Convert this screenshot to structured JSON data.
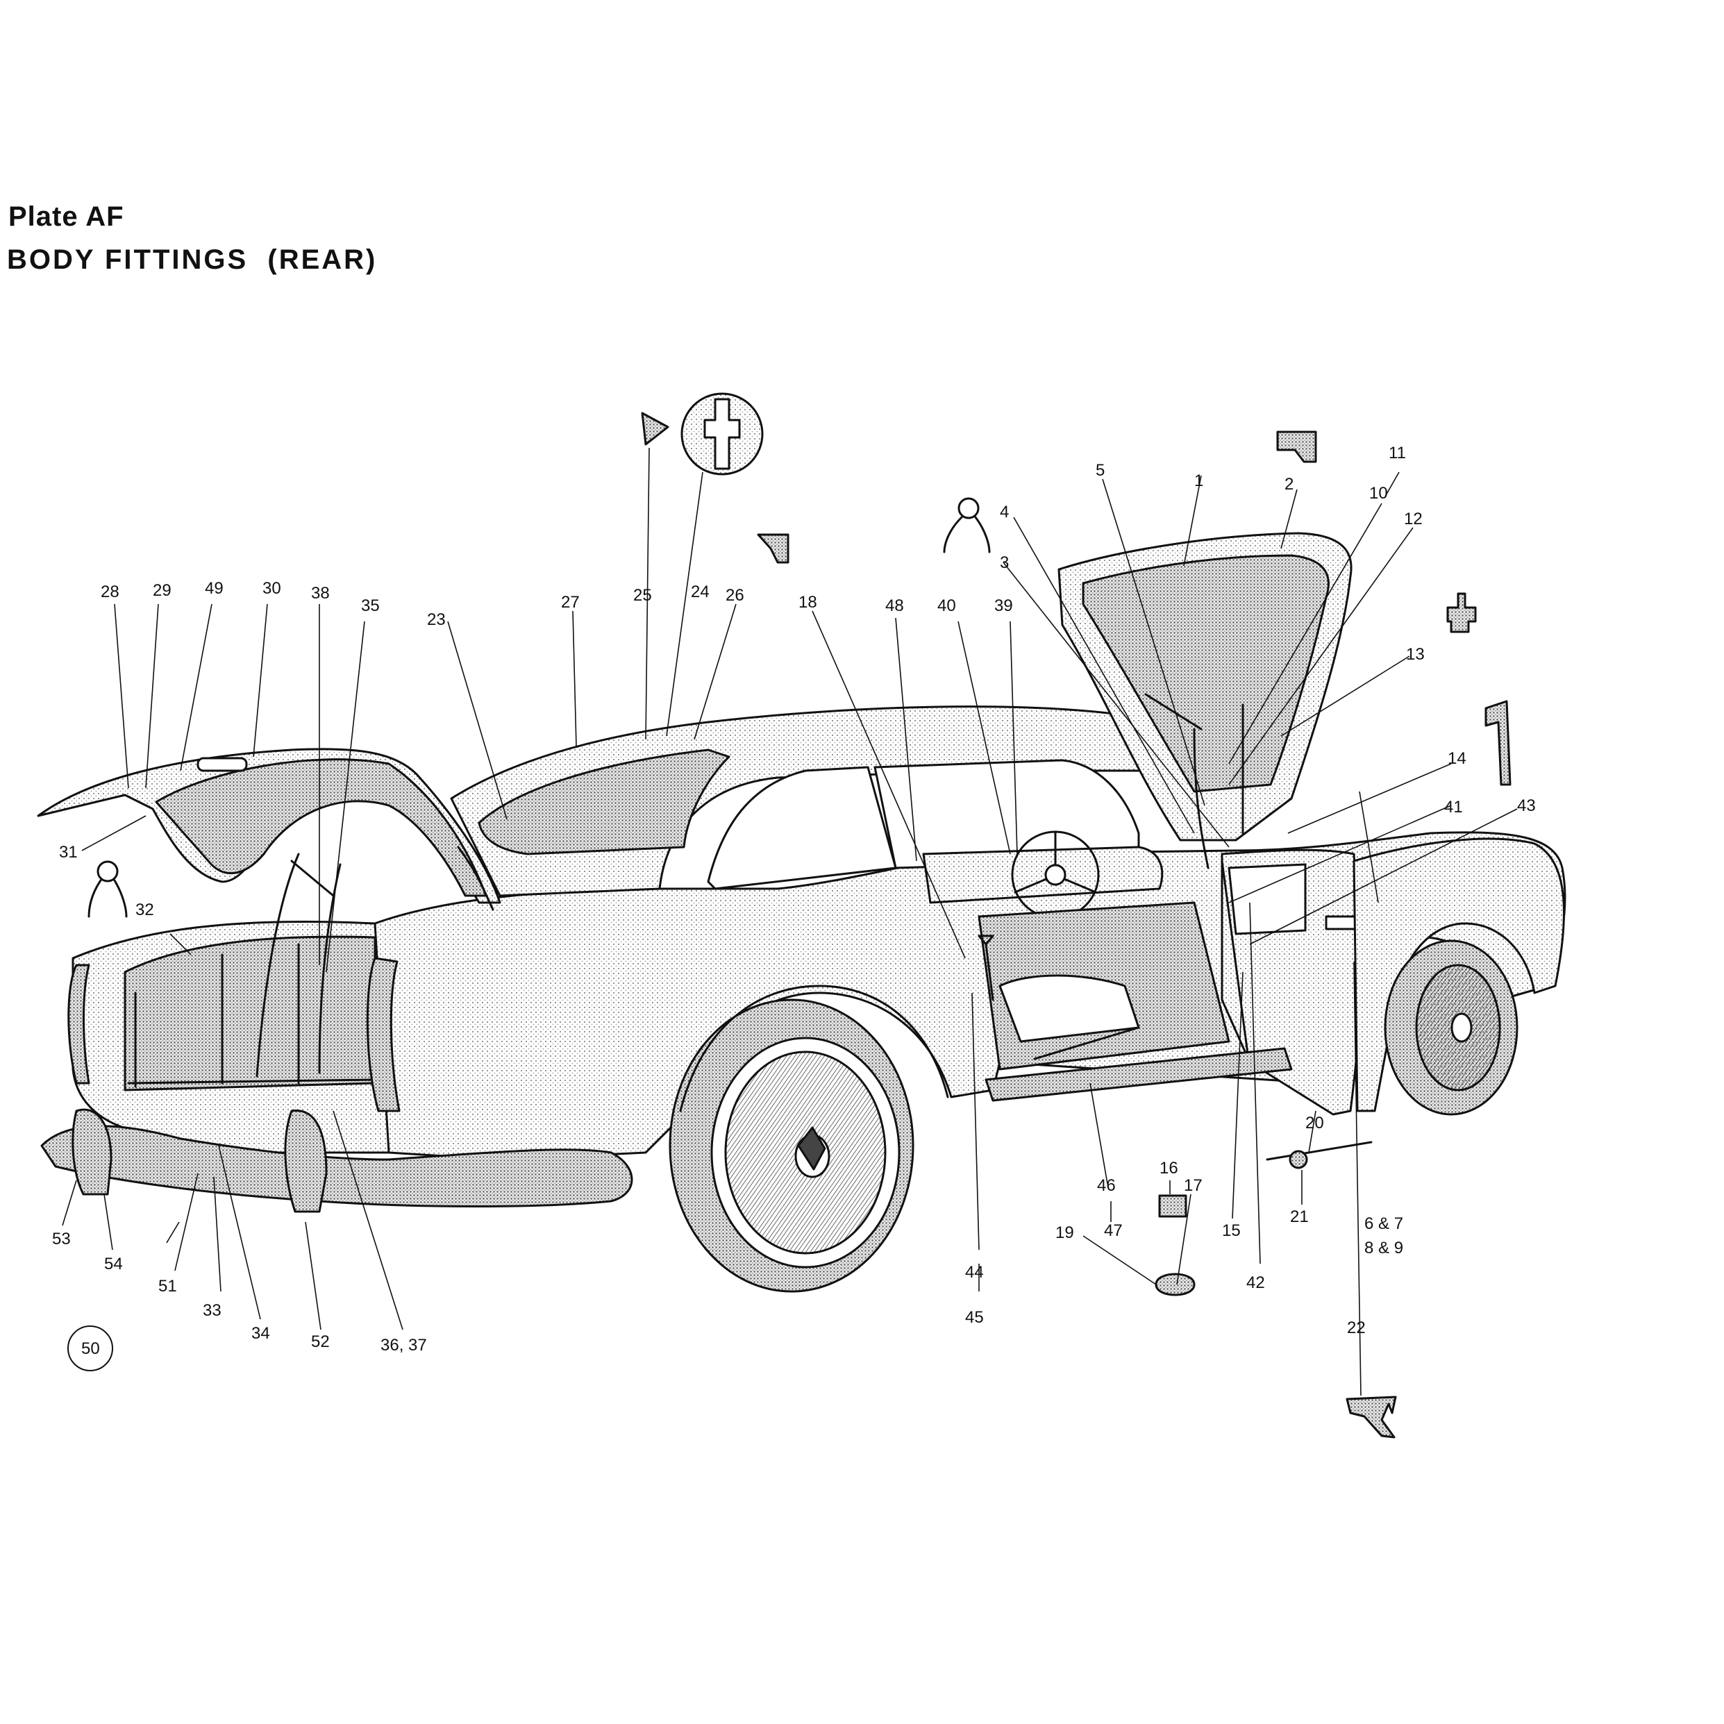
{
  "plate": {
    "title": "Plate AF",
    "subtitle": "BODY FITTINGS  (REAR)"
  },
  "callouts": [
    "1",
    "2",
    "3",
    "4",
    "5",
    "6 & 7",
    "8 & 9",
    "10",
    "11",
    "12",
    "13",
    "14",
    "15",
    "16",
    "17",
    "18",
    "19",
    "20",
    "21",
    "22",
    "23",
    "24",
    "25",
    "26",
    "27",
    "28",
    "29",
    "30",
    "31",
    "32",
    "33",
    "34",
    "35",
    "36, 37",
    "38",
    "39",
    "40",
    "41",
    "42",
    "43",
    "44",
    "45",
    "46",
    "47",
    "48",
    "49",
    "50",
    "51",
    "52",
    "53",
    "54"
  ],
  "colors": {
    "ink": "#111111",
    "paper": "#ffffff",
    "stipple": "#9a9a9a"
  }
}
